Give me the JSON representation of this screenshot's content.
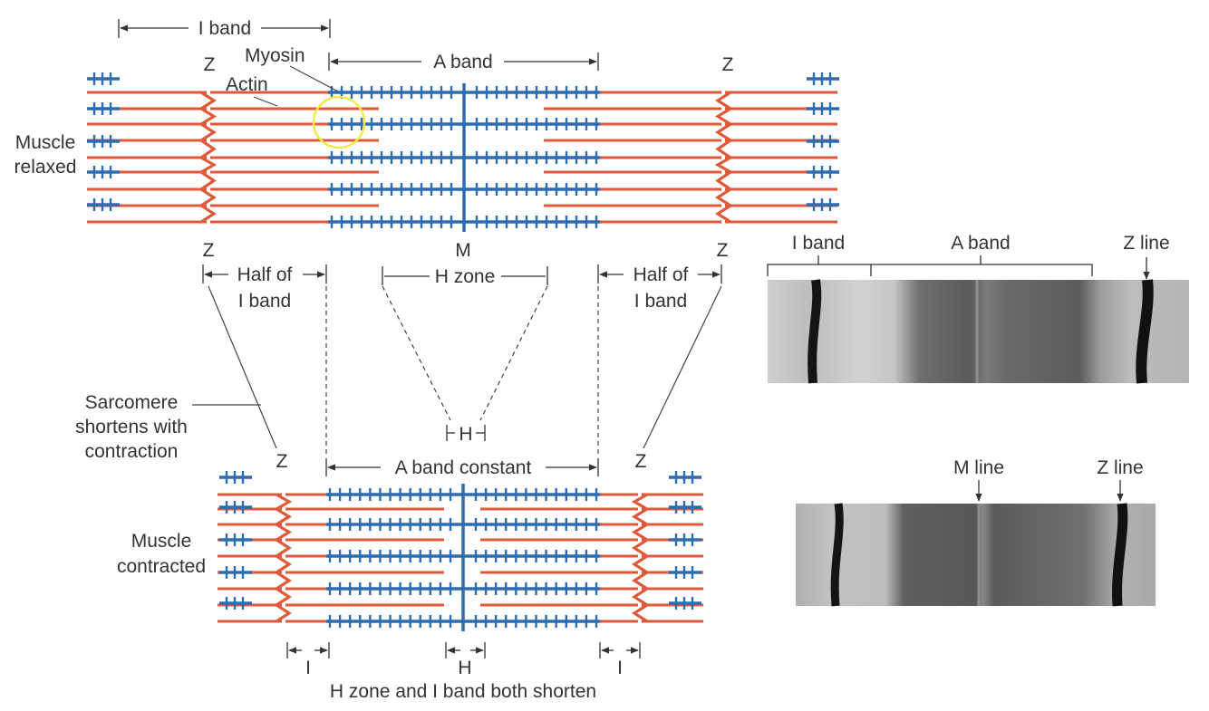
{
  "colors": {
    "actin": "#de5a3a",
    "myosin": "#2e6bb0",
    "text": "#333333",
    "highlight_circle": "#f2ea4a"
  },
  "relaxed": {
    "label_line1": "Muscle",
    "label_line2": "relaxed",
    "i_band": "I band",
    "a_band": "A band",
    "myosin": "Myosin",
    "actin": "Actin",
    "z_top_left": "Z",
    "z_top_right": "Z",
    "z_bottom_left": "Z",
    "z_bottom_right": "Z",
    "m": "M",
    "half_i_band_left_line1": "Half of",
    "half_i_band_left_line2": "I band",
    "h_zone": "H zone",
    "half_i_band_right_line1": "Half of",
    "half_i_band_right_line2": "I band"
  },
  "contracted": {
    "label_line1": "Muscle",
    "label_line2": "contracted",
    "sarcomere_line1": "Sarcomere",
    "sarcomere_line2": "shortens with",
    "sarcomere_line3": "contraction",
    "h": "H",
    "a_band_constant": "A band constant",
    "z_left": "Z",
    "z_right": "Z",
    "i_left": "I",
    "h_bottom": "H",
    "i_right": "I",
    "caption": "H zone and I band both shorten"
  },
  "micrograph_relaxed": {
    "i_band": "I band",
    "a_band": "A band",
    "z_line": "Z line"
  },
  "micrograph_contracted": {
    "m_line": "M line",
    "z_line": "Z line"
  }
}
